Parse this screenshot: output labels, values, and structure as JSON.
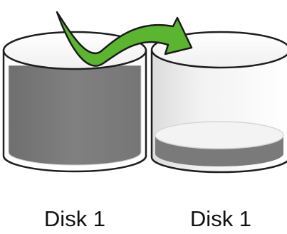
{
  "diagram": {
    "disks": [
      {
        "label": "Disk 1",
        "fill_state": "full"
      },
      {
        "label": "Disk 1",
        "fill_state": "low"
      }
    ],
    "arrow": {
      "from": "disk-left",
      "to": "disk-right",
      "icon": "curved-arrow-icon"
    },
    "colors": {
      "disk_fill": "#7a7a7a",
      "disk_empty": "#ececec",
      "arrow_fill": "#5cb531",
      "arrow_stroke": "#1b1b1b"
    }
  }
}
